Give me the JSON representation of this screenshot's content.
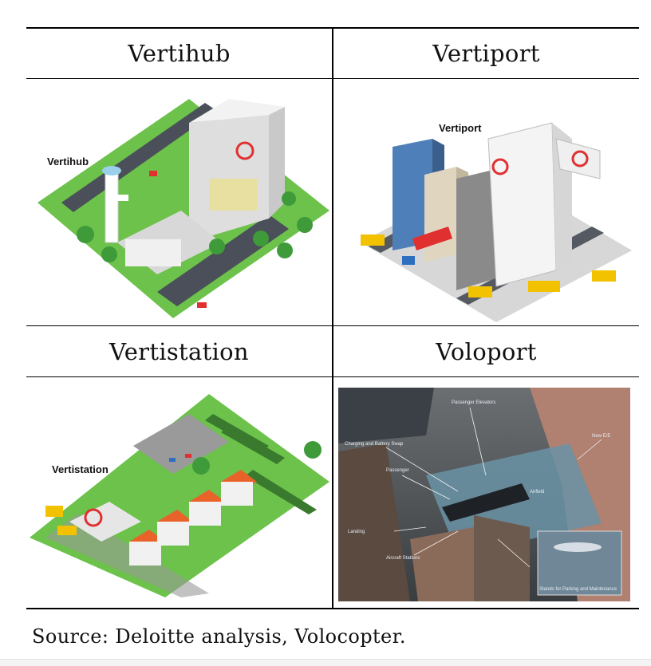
{
  "table": {
    "headers": [
      "Vertihub",
      "Vertiport",
      "Vertistation",
      "Voloport"
    ]
  },
  "illustrations": {
    "vertihub_label": "Vertihub",
    "vertiport_label": "Vertiport",
    "vertistation_label": "Vertistation",
    "voloport_callouts": [
      "Passenger Elevators",
      "Charging and Battery Swap",
      "Passenger",
      "Airfield",
      "Landing",
      "Aircraft Stations",
      "Stands for Parking and Maintenance",
      "New E/E"
    ]
  },
  "source": "Source: Deloitte analysis, Volocopter.",
  "colors": {
    "grass": "#6cc24a",
    "road": "#4a4f5a",
    "building": "#ececec",
    "roof": "#e8622a",
    "tree": "#3f9a3a"
  }
}
